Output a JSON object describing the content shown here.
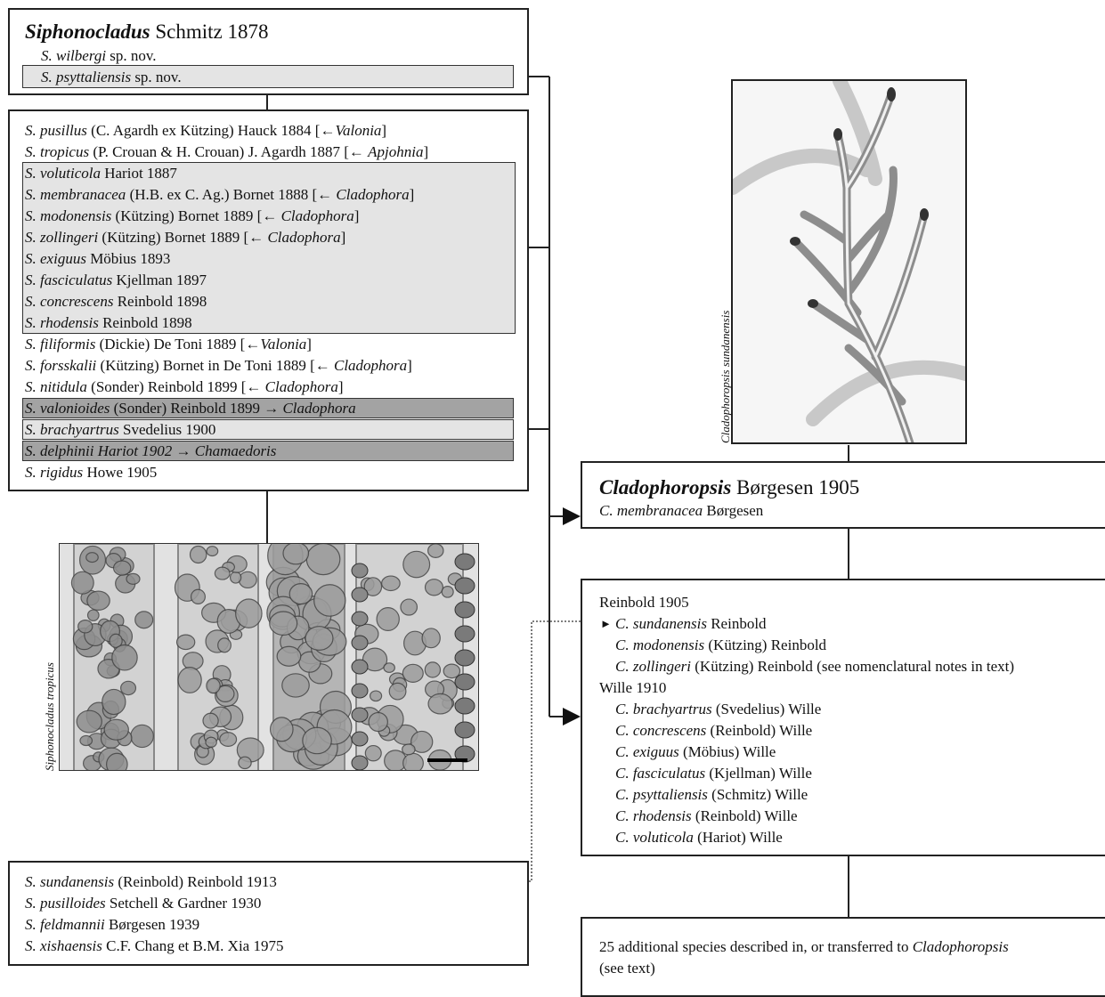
{
  "siphonocladus_box": {
    "genus": "Siphonocladus",
    "authority": "Schmitz 1878",
    "species": [
      {
        "epithet": "S. wilbergi",
        "rest": "sp. nov."
      },
      {
        "epithet": "S. psyttaliensis",
        "rest": "sp. nov."
      }
    ]
  },
  "species_list": [
    {
      "epithet": "S. pusillus",
      "rest": "(C. Agardh ex Kützing) Hauck 1884 [",
      "arrow": "←",
      "target": "Valonia",
      "close": "]"
    },
    {
      "epithet": "S. tropicus",
      "rest": "(P. Crouan & H. Crouan) J. Agardh 1887 [",
      "arrow": "← ",
      "target": "Apjohnia",
      "close": "]"
    },
    {
      "epithet": "S. voluticola",
      "rest": "Hariot 1887",
      "arrow": "",
      "target": "",
      "close": ""
    },
    {
      "epithet": "S. membranacea",
      "rest": "(H.B. ex C. Ag.) Bornet 1888 [",
      "arrow": "← ",
      "target": "Cladophora",
      "close": "]"
    },
    {
      "epithet": "S. modonensis",
      "rest": "(Kützing) Bornet 1889 [",
      "arrow": "← ",
      "target": "Cladophora",
      "close": "]"
    },
    {
      "epithet": "S. zollingeri",
      "rest": "(Kützing) Bornet 1889 [",
      "arrow": "← ",
      "target": "Cladophora",
      "close": "]"
    },
    {
      "epithet": "S. exiguus",
      "rest": "Möbius 1893",
      "arrow": "",
      "target": "",
      "close": ""
    },
    {
      "epithet": "S. fasciculatus",
      "rest": "Kjellman 1897",
      "arrow": "",
      "target": "",
      "close": ""
    },
    {
      "epithet": "S. concrescens",
      "rest": "Reinbold 1898",
      "arrow": "",
      "target": "",
      "close": ""
    },
    {
      "epithet": "S. rhodensis",
      "rest": "Reinbold 1898",
      "arrow": "",
      "target": "",
      "close": ""
    },
    {
      "epithet": "S. filiformis",
      "rest": "(Dickie) De Toni 1889 [",
      "arrow": "←",
      "target": "Valonia",
      "close": "]"
    },
    {
      "epithet": "S. forsskalii",
      "rest": "(Kützing) Bornet in De Toni 1889 [",
      "arrow": "← ",
      "target": "Cladophora",
      "close": "]"
    },
    {
      "epithet": "S. nitidula",
      "rest": "(Sonder) Reinbold 1899 [",
      "arrow": "← ",
      "target": "Cladophora",
      "close": "]"
    },
    {
      "epithet": "S. valonioides",
      "rest": "(Sonder) Reinbold 1899 ",
      "arrow": "→ ",
      "target": "Cladophora",
      "close": ""
    },
    {
      "epithet": "S. brachyartrus",
      "rest": "Svedelius 1900",
      "arrow": "",
      "target": "",
      "close": ""
    },
    {
      "epithet": "S. delphinii Hariot 1902",
      "rest": "",
      "arrow": " → ",
      "target": "Chamaedoris",
      "close": ""
    },
    {
      "epithet": "S. rigidus",
      "rest": "Howe 1905",
      "arrow": "",
      "target": "",
      "close": ""
    }
  ],
  "photo_left_label": "Siphonocladus tropicus",
  "photo_right_label": "Cladophoropsis sundanensis",
  "bottom_left_list": [
    {
      "epithet": "S. sundanensis",
      "rest": "(Reinbold) Reinbold 1913"
    },
    {
      "epithet": "S. pusilloides",
      "rest": "Setchell & Gardner 1930"
    },
    {
      "epithet": "S. feldmannii",
      "rest": "Børgesen 1939"
    },
    {
      "epithet": "S. xishaensis",
      "rest": "C.F. Chang et B.M. Xia 1975"
    }
  ],
  "cladophoropsis_box": {
    "genus": "Cladophoropsis",
    "authority": "Børgesen 1905",
    "species_epithet": "C. membranacea",
    "species_rest": "Børgesen"
  },
  "reinbold_box": {
    "reinbold_heading": "Reinbold 1905",
    "reinbold_marker": "►",
    "reinbold_species": [
      {
        "epithet": "C. sundanensis",
        "rest": "Reinbold"
      },
      {
        "epithet": "C. modonensis",
        "rest": "(Kützing) Reinbold"
      },
      {
        "epithet": "C. zollingeri",
        "rest": "(Kützing) Reinbold (see nomenclatural notes in text)"
      }
    ],
    "wille_heading": "Wille 1910",
    "wille_species": [
      {
        "epithet": "C. brachyartrus",
        "rest": "(Svedelius) Wille"
      },
      {
        "epithet": "C. concrescens",
        "rest": "(Reinbold) Wille"
      },
      {
        "epithet": "C. exiguus",
        "rest": "(Möbius) Wille"
      },
      {
        "epithet": "C. fasciculatus",
        "rest": "(Kjellman) Wille"
      },
      {
        "epithet": "C. psyttaliensis",
        "rest": "(Schmitz) Wille"
      },
      {
        "epithet": "C. rhodensis",
        "rest": "(Reinbold) Wille"
      },
      {
        "epithet": "C. voluticola",
        "rest": "(Hariot) Wille"
      }
    ]
  },
  "additional_box": {
    "line1_text": "25 additional species described in, or transferred to ",
    "line1_genus": "Cladophoropsis",
    "line2_text": "(see text)"
  },
  "colors": {
    "light_shade": "#e4e4e4",
    "dark_shade": "#a3a3a3",
    "line": "#222222"
  }
}
